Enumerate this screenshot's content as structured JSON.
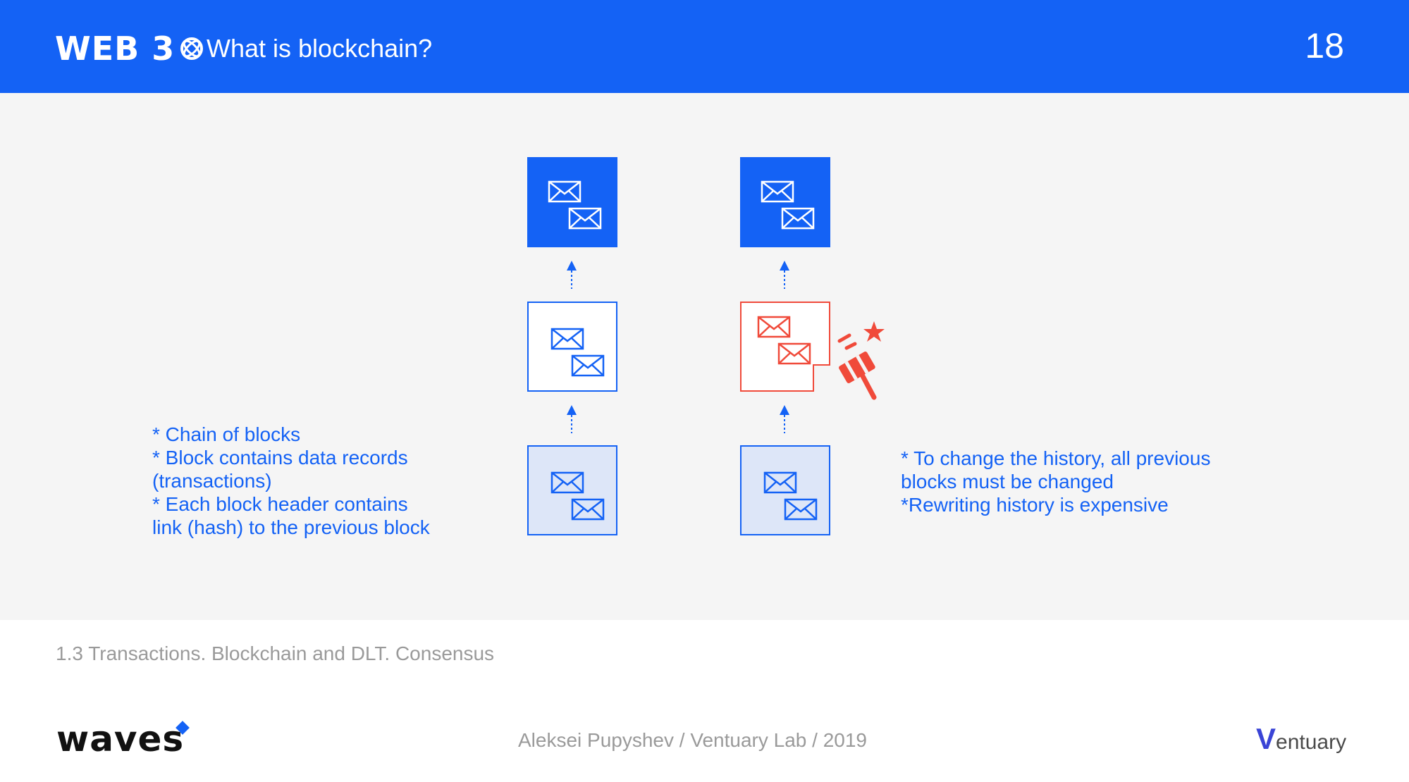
{
  "header": {
    "logo_text": "WEB 3",
    "title": "What is blockchain?",
    "page_number": "18"
  },
  "notes": {
    "left": "* Chain of blocks\n* Block contains data records\n(transactions)\n* Each block header contains\nlink (hash) to the previous block",
    "right": "* To change the history, all previous\nblocks must be changed\n*Rewriting history is expensive"
  },
  "footer": {
    "topic": "1.3  Transactions. Blockchain and DLT. Consensus",
    "brand": "waves",
    "credit": "Aleksei Pupyshev / Ventuary Lab / 2019",
    "partner_initial": "V",
    "partner_rest": "entuary"
  },
  "colors": {
    "accent": "#1462f5",
    "tamper": "#f04a3a",
    "light_block": "#dde6f8"
  },
  "icons": [
    "globe-icon",
    "envelopes-icon",
    "arrow-up-icon",
    "gavel-icon"
  ]
}
